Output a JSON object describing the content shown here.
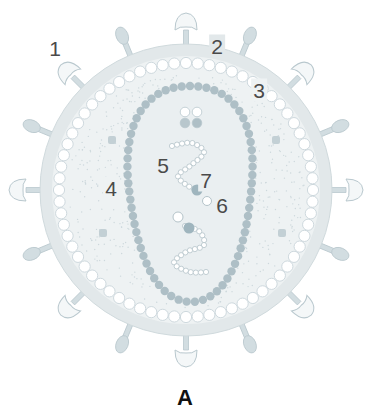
{
  "diagram": {
    "labels": [
      "1",
      "2",
      "3",
      "4",
      "5",
      "6",
      "7",
      "A"
    ]
  }
}
